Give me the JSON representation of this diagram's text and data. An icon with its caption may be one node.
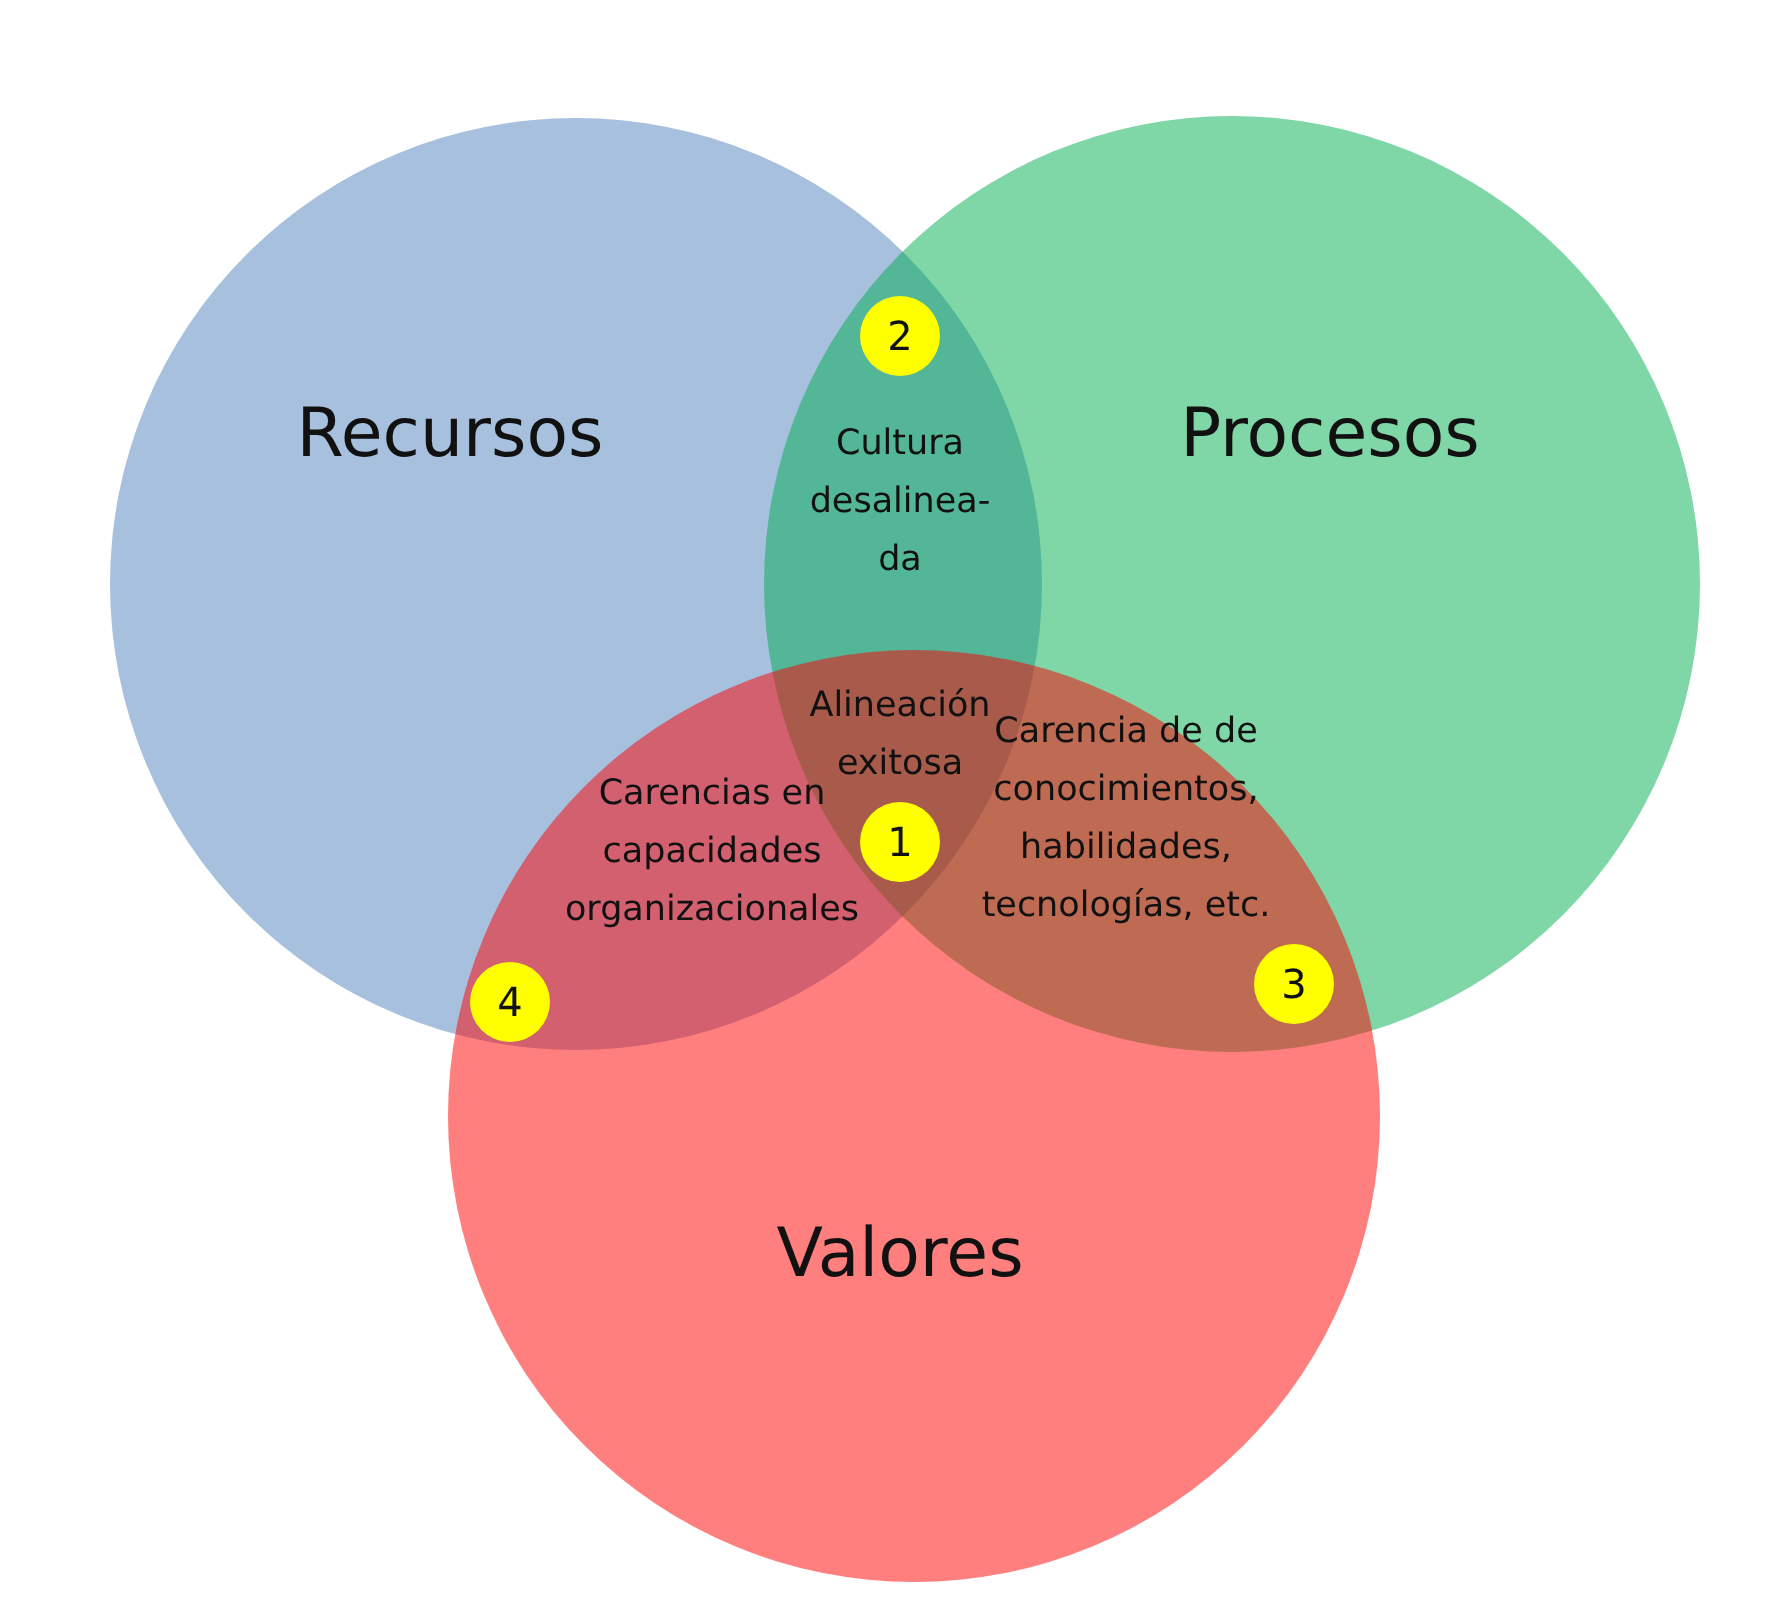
{
  "diagram": {
    "nodes": [
      {
        "text": [
          "Recursos"
        ]
      },
      {
        "text": [
          "Procesos"
        ]
      },
      {
        "text": [
          "Valores"
        ]
      },
      {
        "text": [
          "2"
        ]
      },
      {
        "text": [
          "1"
        ]
      },
      {
        "text": [
          "3"
        ]
      },
      {
        "text": [
          "4"
        ]
      }
    ],
    "labels": [
      "Cultura desalinea- da",
      "Alineación exitosa",
      "Carencia de de conocimientos, habilidades, tecnologías, etc.",
      "Carencias en capacidades organizacionales"
    ]
  }
}
